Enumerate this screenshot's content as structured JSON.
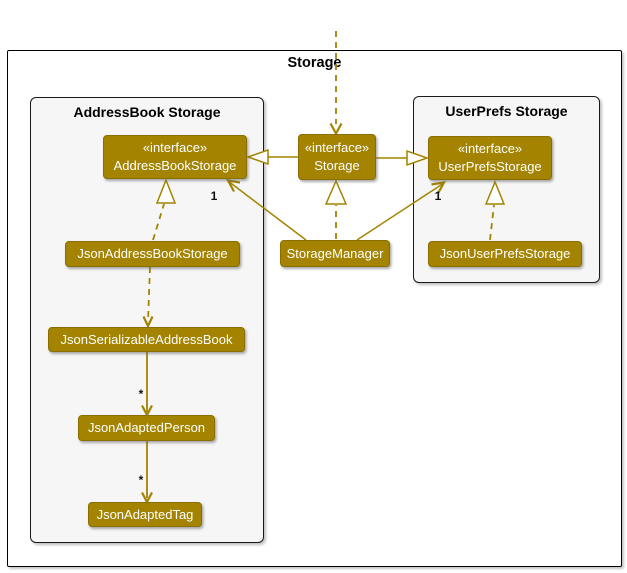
{
  "frame": {
    "title": "Storage"
  },
  "packages": {
    "addressbook": {
      "title": "AddressBook Storage"
    },
    "userprefs": {
      "title": "UserPrefs Storage"
    }
  },
  "nodes": {
    "addressBookStorageIf": {
      "stereotype": "«interface»",
      "name": "AddressBookStorage"
    },
    "storageIf": {
      "stereotype": "«interface»",
      "name": "Storage"
    },
    "userPrefsStorageIf": {
      "stereotype": "«interface»",
      "name": "UserPrefsStorage"
    },
    "jsonAddressBookStorage": {
      "name": "JsonAddressBookStorage"
    },
    "storageManager": {
      "name": "StorageManager"
    },
    "jsonUserPrefsStorage": {
      "name": "JsonUserPrefsStorage"
    },
    "jsonSerializableAddressBook": {
      "name": "JsonSerializableAddressBook"
    },
    "jsonAdaptedPerson": {
      "name": "JsonAdaptedPerson"
    },
    "jsonAdaptedTag": {
      "name": "JsonAdaptedTag"
    }
  },
  "edges": [
    {
      "from": "external",
      "to": "Storage",
      "type": "dependency-dashed-arrow"
    },
    {
      "from": "Storage",
      "to": "AddressBookStorage",
      "type": "inheritance-hollow-triangle"
    },
    {
      "from": "Storage",
      "to": "UserPrefsStorage",
      "type": "inheritance-hollow-triangle"
    },
    {
      "from": "StorageManager",
      "to": "Storage",
      "type": "realization-dashed-hollow-triangle"
    },
    {
      "from": "JsonAddressBookStorage",
      "to": "AddressBookStorage",
      "type": "realization-dashed-hollow-triangle"
    },
    {
      "from": "JsonUserPrefsStorage",
      "to": "UserPrefsStorage",
      "type": "realization-dashed-hollow-triangle"
    },
    {
      "from": "StorageManager",
      "to": "AddressBookStorage",
      "type": "association-arrow",
      "label": "1"
    },
    {
      "from": "StorageManager",
      "to": "UserPrefsStorage",
      "type": "association-arrow",
      "label": "1"
    },
    {
      "from": "JsonAddressBookStorage",
      "to": "JsonSerializableAddressBook",
      "type": "dependency-dashed-arrow"
    },
    {
      "from": "JsonSerializableAddressBook",
      "to": "JsonAdaptedPerson",
      "type": "association-arrow",
      "label": "*"
    },
    {
      "from": "JsonAdaptedPerson",
      "to": "JsonAdaptedTag",
      "type": "association-arrow",
      "label": "*"
    }
  ],
  "colors": {
    "node_fill": "#A38300",
    "node_border": "#8A6F00",
    "node_text": "#FFFFFF",
    "edge": "#A38300",
    "package_fill": "#F6F6F6",
    "package_border": "#1A1A1A",
    "frame_border": "#000000",
    "label_text": "#111111",
    "background": "#FFFFFF"
  }
}
